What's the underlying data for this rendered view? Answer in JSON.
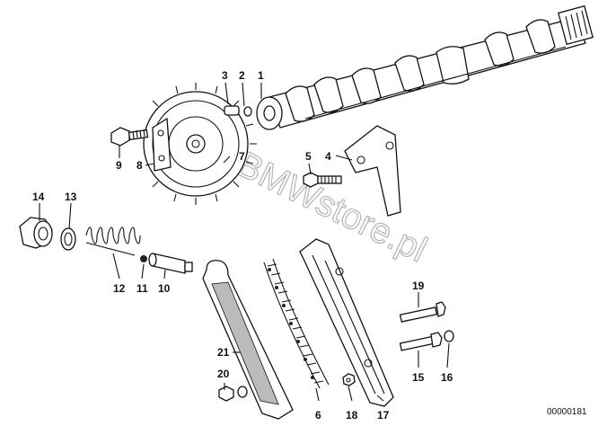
{
  "diagram": {
    "watermark": "www.BMWstore.pl",
    "drawing_code": "00000181",
    "callouts": {
      "c1": "1",
      "c2": "2",
      "c3": "3",
      "c4": "4",
      "c5": "5",
      "c6": "6",
      "c7": "7",
      "c8": "8",
      "c9": "9",
      "c10": "10",
      "c11": "11",
      "c12": "12",
      "c13": "13",
      "c14": "14",
      "c15": "15",
      "c16": "16",
      "c17": "17",
      "c18": "18",
      "c19": "19",
      "c20": "20",
      "c21": "21"
    }
  }
}
